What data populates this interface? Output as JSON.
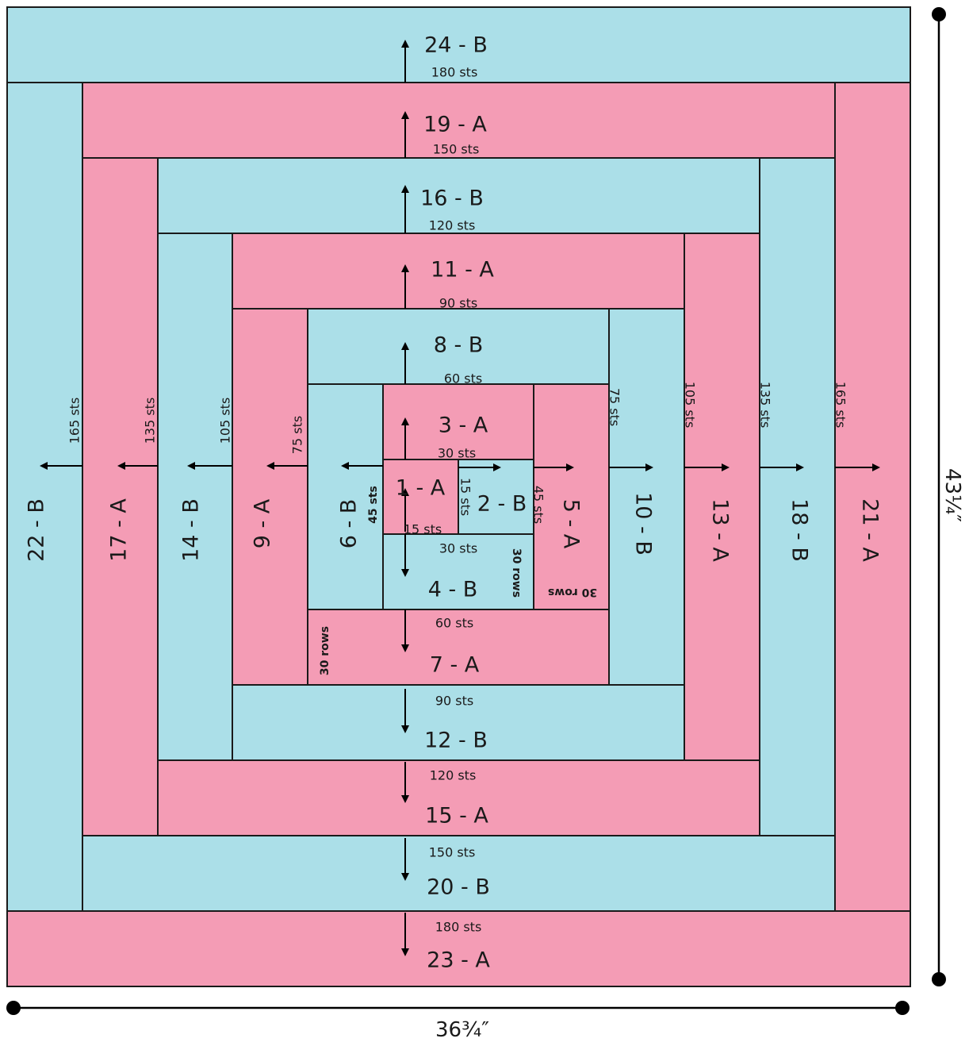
{
  "colors": {
    "A": "#f49cb5",
    "B": "#abdfe8",
    "stroke": "#1a1a1a"
  },
  "dimensions": {
    "width": "36¾″",
    "height": "43¼″"
  },
  "blocks": [
    {
      "id": "24",
      "label": "24 - B",
      "yarn": "B",
      "sts": "180 sts"
    },
    {
      "id": "23",
      "label": "23 - A",
      "yarn": "A",
      "sts": "180 sts"
    },
    {
      "id": "22",
      "label": "22 - B",
      "yarn": "B",
      "sts": "165 sts"
    },
    {
      "id": "21",
      "label": "21 - A",
      "yarn": "A",
      "sts": "165 sts"
    },
    {
      "id": "20",
      "label": "20 - B",
      "yarn": "B",
      "sts": "150 sts"
    },
    {
      "id": "19",
      "label": "19 - A",
      "yarn": "A",
      "sts": "150 sts"
    },
    {
      "id": "18",
      "label": "18 - B",
      "yarn": "B",
      "sts": "135 sts"
    },
    {
      "id": "17",
      "label": "17 - A",
      "yarn": "A",
      "sts": "135 sts"
    },
    {
      "id": "16",
      "label": "16 - B",
      "yarn": "B",
      "sts": "120 sts"
    },
    {
      "id": "15",
      "label": "15 - A",
      "yarn": "A",
      "sts": "120 sts"
    },
    {
      "id": "14",
      "label": "14 - B",
      "yarn": "B",
      "sts": "105 sts"
    },
    {
      "id": "13",
      "label": "13 - A",
      "yarn": "A",
      "sts": "105 sts"
    },
    {
      "id": "12",
      "label": "12 - B",
      "yarn": "B",
      "sts": "90 sts"
    },
    {
      "id": "11",
      "label": "11 - A",
      "yarn": "A",
      "sts": "90 sts"
    },
    {
      "id": "10",
      "label": "10 - B",
      "yarn": "B",
      "sts": "75 sts"
    },
    {
      "id": "9",
      "label": "9 - A",
      "yarn": "A",
      "sts": "75 sts"
    },
    {
      "id": "8",
      "label": "8 - B",
      "yarn": "B",
      "sts": "60 sts"
    },
    {
      "id": "7",
      "label": "7 - A",
      "yarn": "A",
      "sts": "60 sts",
      "rows": "30 rows"
    },
    {
      "id": "6",
      "label": "6 - B",
      "yarn": "B",
      "sts": "45 sts"
    },
    {
      "id": "5",
      "label": "5 - A",
      "yarn": "A",
      "sts": "45 sts",
      "rows": "30 rows"
    },
    {
      "id": "4",
      "label": "4 - B",
      "yarn": "B",
      "sts": "30 sts",
      "rows": "30 rows"
    },
    {
      "id": "3",
      "label": "3 - A",
      "yarn": "A",
      "sts": "30 sts"
    },
    {
      "id": "2",
      "label": "2 - B",
      "yarn": "B",
      "sts": "15 sts"
    },
    {
      "id": "1",
      "label": "1 - A",
      "yarn": "A",
      "sts": "15 sts"
    }
  ]
}
